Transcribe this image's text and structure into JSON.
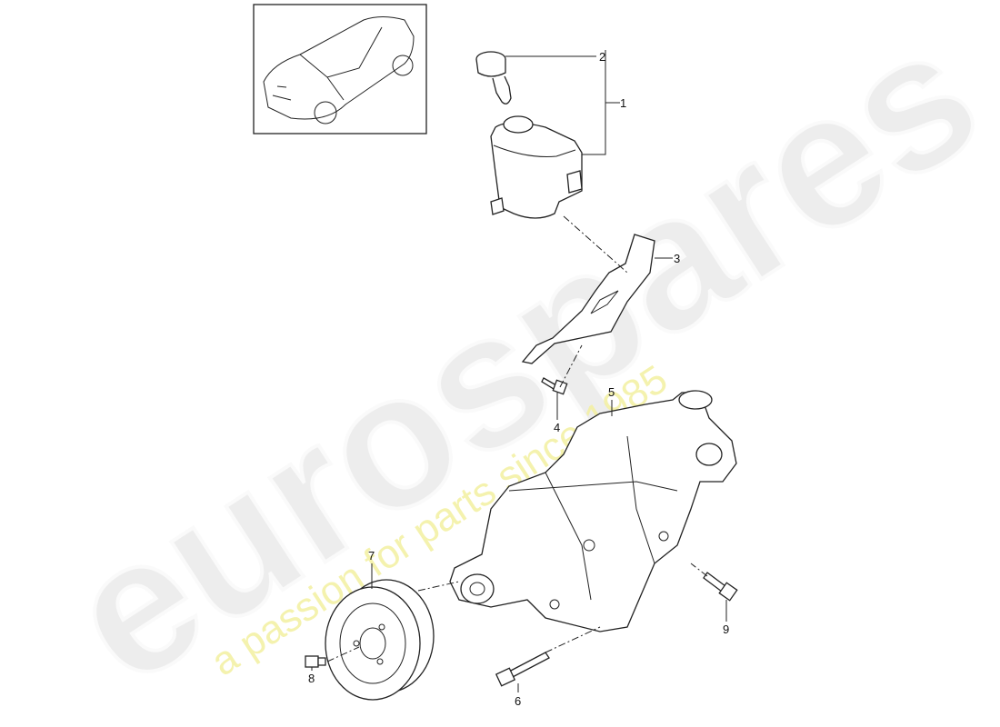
{
  "diagram": {
    "callouts": [
      "1",
      "2",
      "3",
      "4",
      "5",
      "6",
      "7",
      "8",
      "9"
    ],
    "parts": {
      "reservoir_assembly": "1",
      "reservoir_cap": "2",
      "bracket": "3",
      "bracket_screw": "4",
      "power_steering_pump": "5",
      "pump_bolt_lower": "6",
      "pulley": "7",
      "pulley_screw": "8",
      "pump_bolt_side": "9"
    }
  },
  "watermark": {
    "brand": "eurospares",
    "tagline": "a passion for parts since 1985",
    "brand_color": "#e6e6e6",
    "tagline_color": "#f0ec90"
  },
  "thumbnail": {
    "icon": "car-overview-icon"
  }
}
